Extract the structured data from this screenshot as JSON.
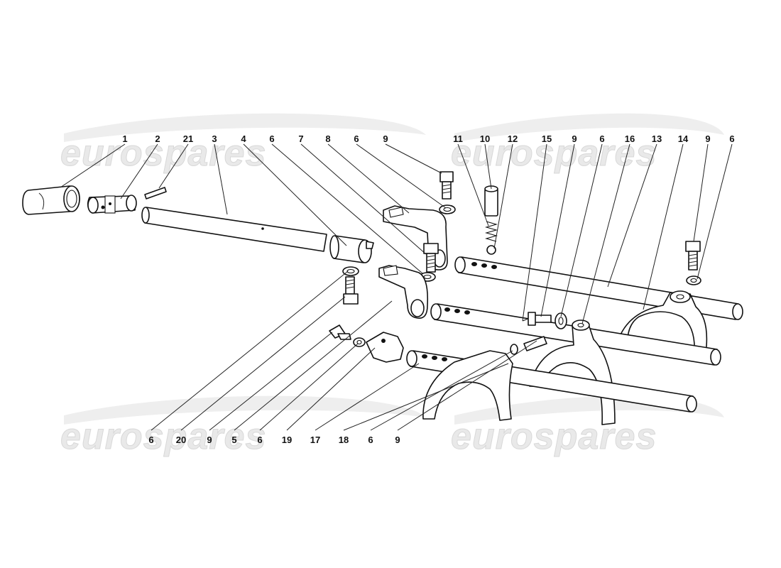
{
  "watermark": {
    "text": "eurospares"
  },
  "callouts_top": [
    {
      "id": "c1",
      "label": "1"
    },
    {
      "id": "c2",
      "label": "2"
    },
    {
      "id": "c21",
      "label": "21"
    },
    {
      "id": "c3",
      "label": "3"
    },
    {
      "id": "c4",
      "label": "4"
    },
    {
      "id": "c6a",
      "label": "6"
    },
    {
      "id": "c7",
      "label": "7"
    },
    {
      "id": "c8",
      "label": "8"
    },
    {
      "id": "c6b",
      "label": "6"
    },
    {
      "id": "c9a",
      "label": "9"
    },
    {
      "id": "c11",
      "label": "11"
    },
    {
      "id": "c10",
      "label": "10"
    },
    {
      "id": "c12",
      "label": "12"
    },
    {
      "id": "c15",
      "label": "15"
    },
    {
      "id": "c9b",
      "label": "9"
    },
    {
      "id": "c6c",
      "label": "6"
    },
    {
      "id": "c16",
      "label": "16"
    },
    {
      "id": "c13",
      "label": "13"
    },
    {
      "id": "c14",
      "label": "14"
    },
    {
      "id": "c9c",
      "label": "9"
    },
    {
      "id": "c6d",
      "label": "6"
    }
  ],
  "callouts_bottom": [
    {
      "id": "b6a",
      "label": "6"
    },
    {
      "id": "b20",
      "label": "20"
    },
    {
      "id": "b9a",
      "label": "9"
    },
    {
      "id": "b5",
      "label": "5"
    },
    {
      "id": "b6b",
      "label": "6"
    },
    {
      "id": "b19",
      "label": "19"
    },
    {
      "id": "b17",
      "label": "17"
    },
    {
      "id": "b18",
      "label": "18"
    },
    {
      "id": "b6c",
      "label": "6"
    },
    {
      "id": "b9b",
      "label": "9"
    }
  ]
}
